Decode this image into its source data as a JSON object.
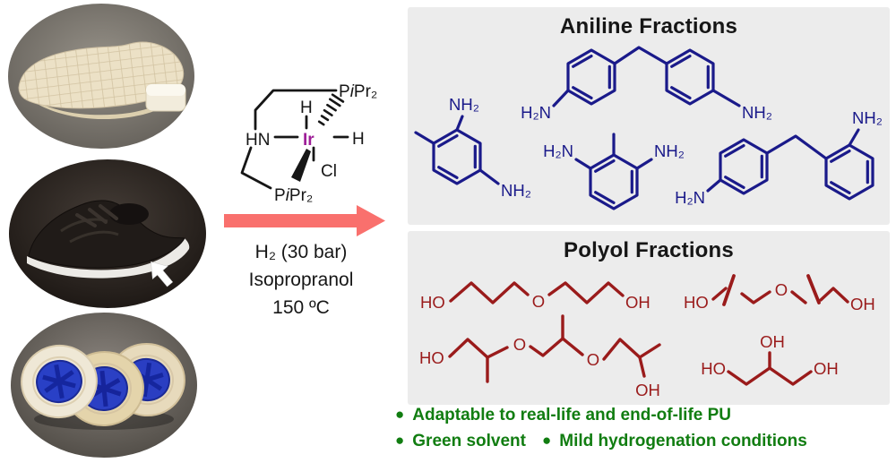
{
  "colors": {
    "aniline_blue": "#1a1a8a",
    "polyol_red": "#9a1b1b",
    "green": "#117d11",
    "arrow": "#f9706d",
    "ir_purple": "#9e1f98",
    "box_bg": "#ececec",
    "ink": "#1a1a1a"
  },
  "photos": {
    "pillow": "white memory-foam pillow with small foam block",
    "sneaker": "black sneaker with white polyurethane sole marked by arrow",
    "wheels": "three polyurethane wheels with blue hubs"
  },
  "catalyst": {
    "hn": "HN",
    "ir": "Ir",
    "h": "H",
    "cl": "Cl",
    "p": "P",
    "i": "i",
    "pr2": "Pr₂"
  },
  "reaction": {
    "conditions": [
      "H₂ (30 bar)",
      "Isopropranol",
      "150 ºC"
    ]
  },
  "chem": {
    "nh2": "NH₂",
    "h2n": "H₂N",
    "ho": "HO",
    "oh": "OH",
    "o": "O"
  },
  "aniline_box": {
    "title": "Aniline Fractions",
    "structures": [
      "4,4'-methylenedianiline",
      "2,4-diaminotoluene",
      "2,6-diaminotoluene",
      "2,4'-methylenedianiline"
    ]
  },
  "polyol_box": {
    "title": "Polyol Fractions",
    "structures": [
      "dipropylene glycol",
      "poly(propylene glycol) fragment",
      "tripropylene glycol",
      "glycerol"
    ]
  },
  "bullets": {
    "glyph": "●",
    "items_line1": [
      "Adaptable to real-life and end-of-life PU"
    ],
    "items_line2": [
      "Green solvent",
      "Mild hydrogenation conditions"
    ]
  }
}
